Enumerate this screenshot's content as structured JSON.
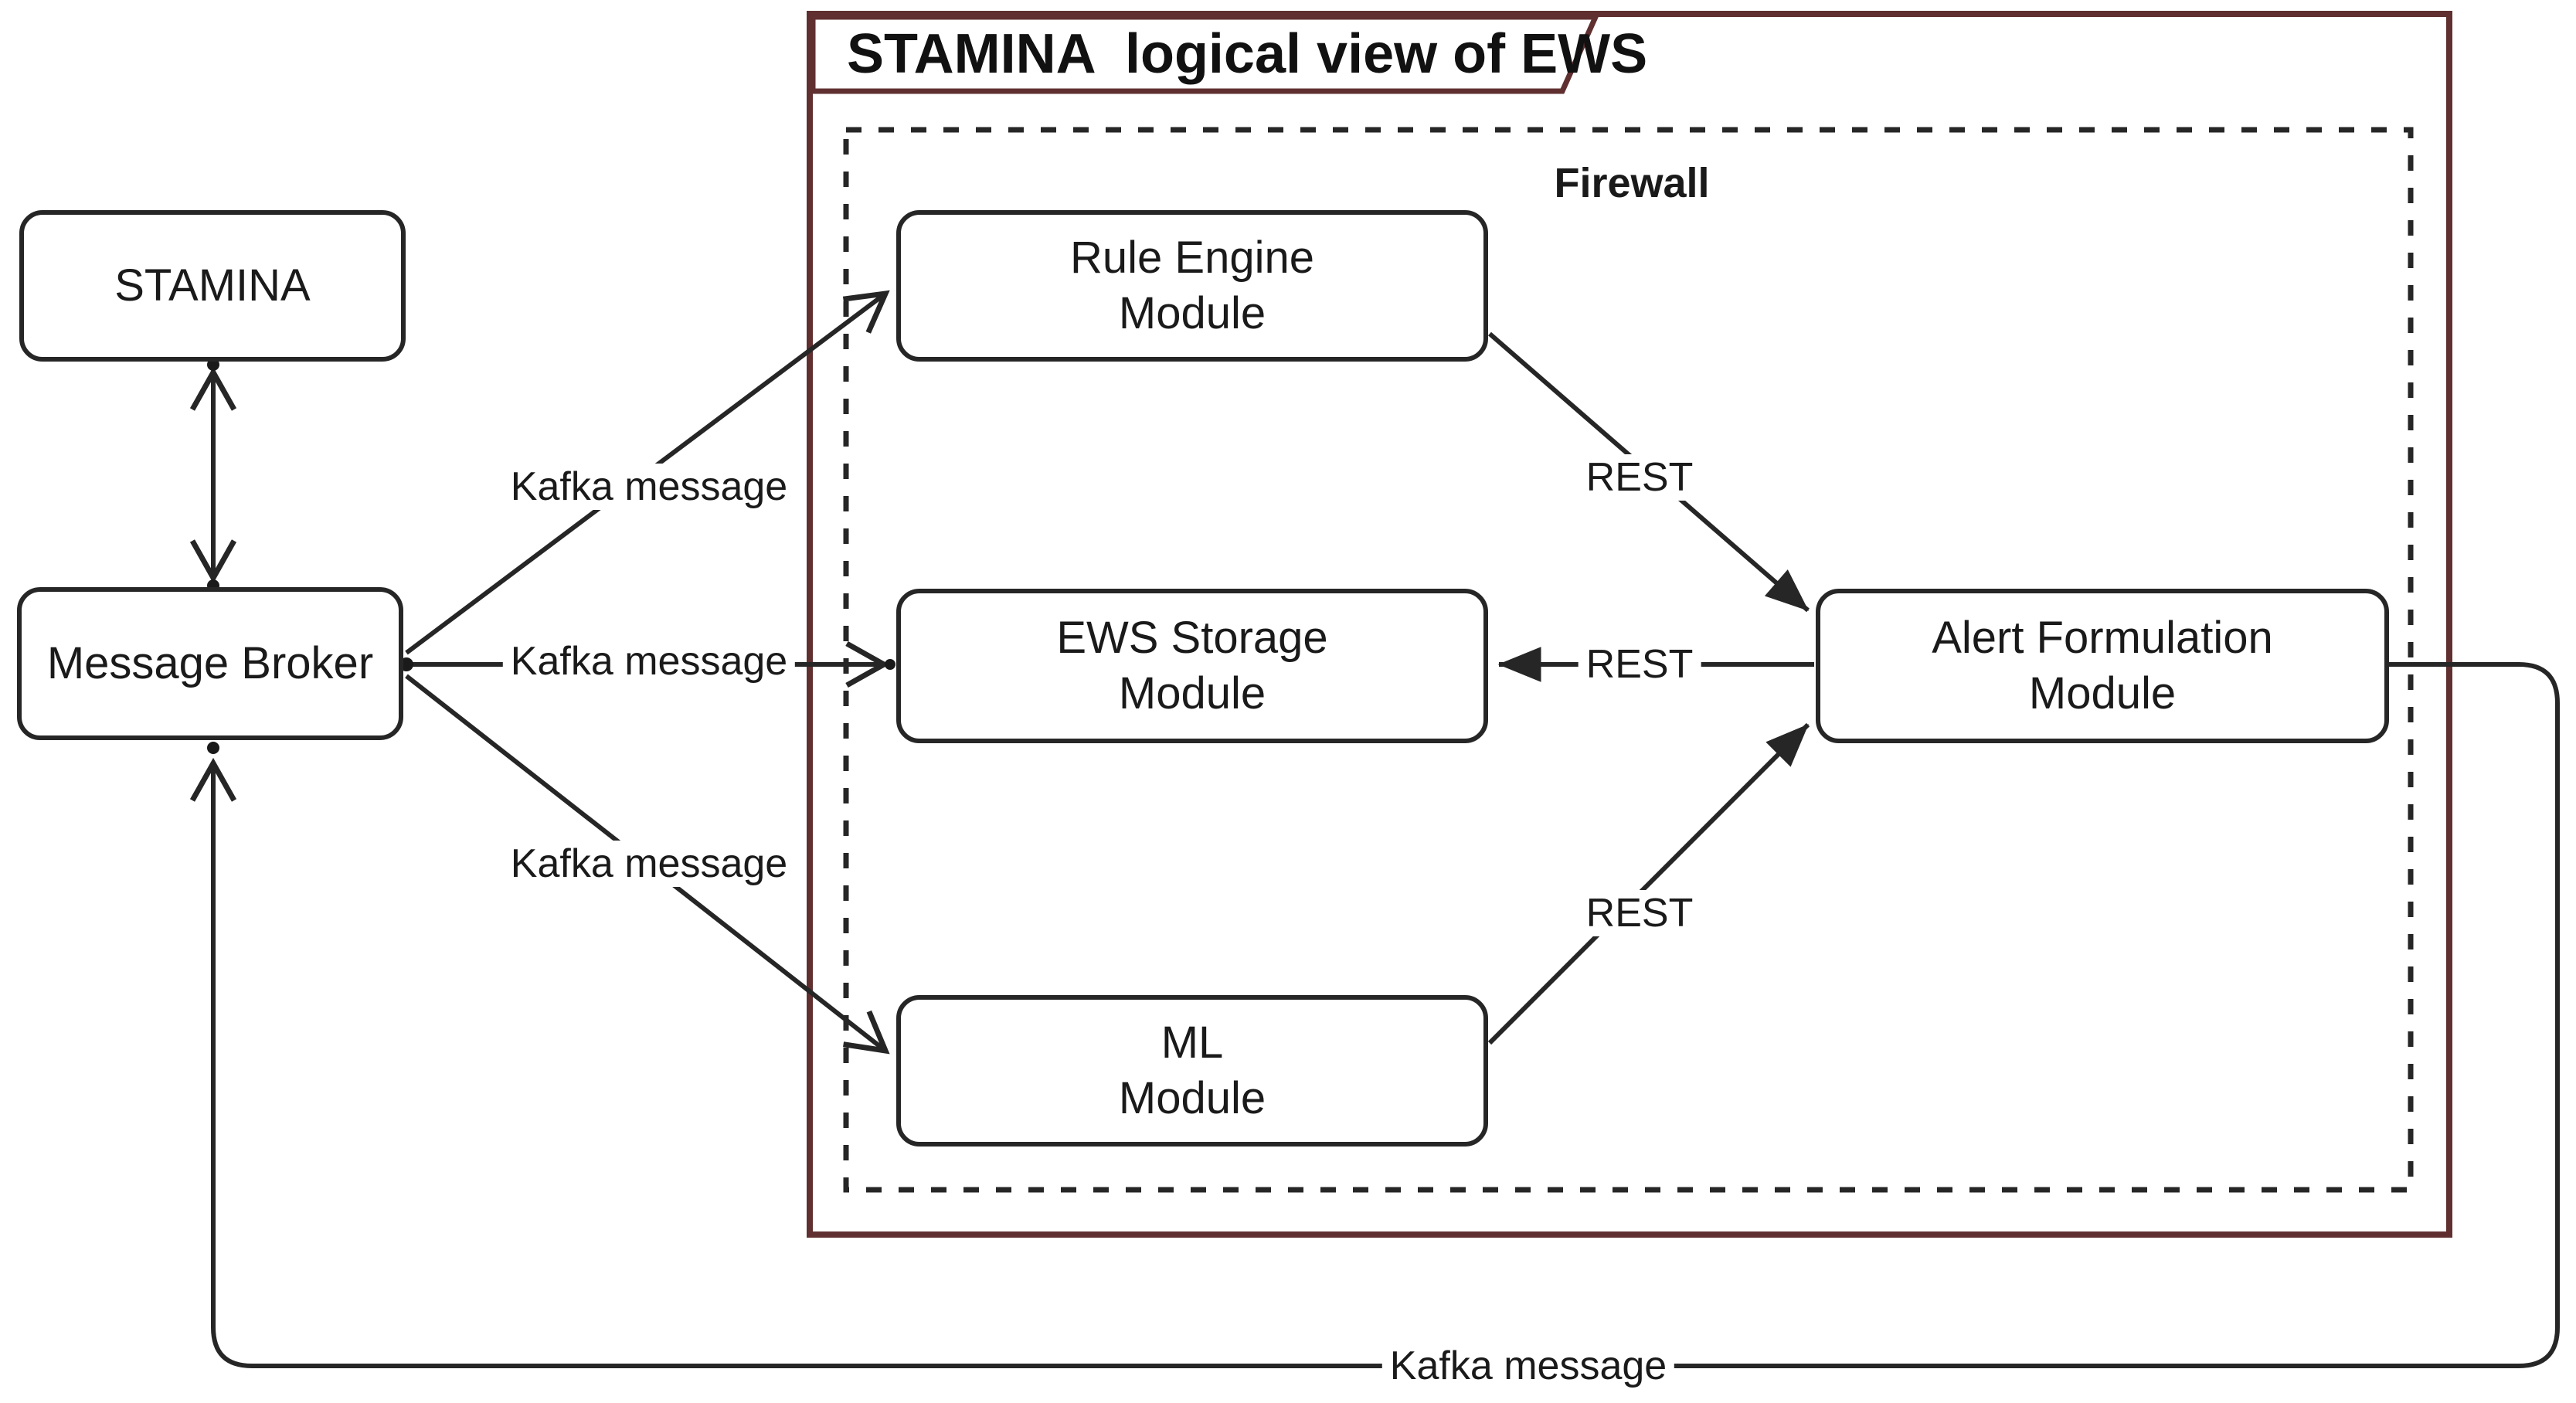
{
  "diagram": {
    "frame_title": "STAMINA  logical view of EWS",
    "firewall_label": "Firewall",
    "nodes": {
      "stamina": "STAMINA",
      "message_broker": "Message Broker",
      "rule_engine": "Rule Engine\nModule",
      "ews_storage": "EWS Storage\nModule",
      "ml": "ML\nModule",
      "alert_formulation": "Alert Formulation\nModule"
    },
    "edge_labels": {
      "kafka_to_rule_engine": "Kafka message",
      "kafka_to_ews_storage": "Kafka message",
      "kafka_to_ml": "Kafka message",
      "rest_rule_to_alert": "REST",
      "rest_alert_to_storage": "REST",
      "rest_ml_to_alert": "REST",
      "kafka_return": "Kafka message"
    },
    "colors": {
      "frame": "#603030",
      "line": "#262626",
      "text": "#1a1a1a",
      "background": "#ffffff"
    }
  }
}
